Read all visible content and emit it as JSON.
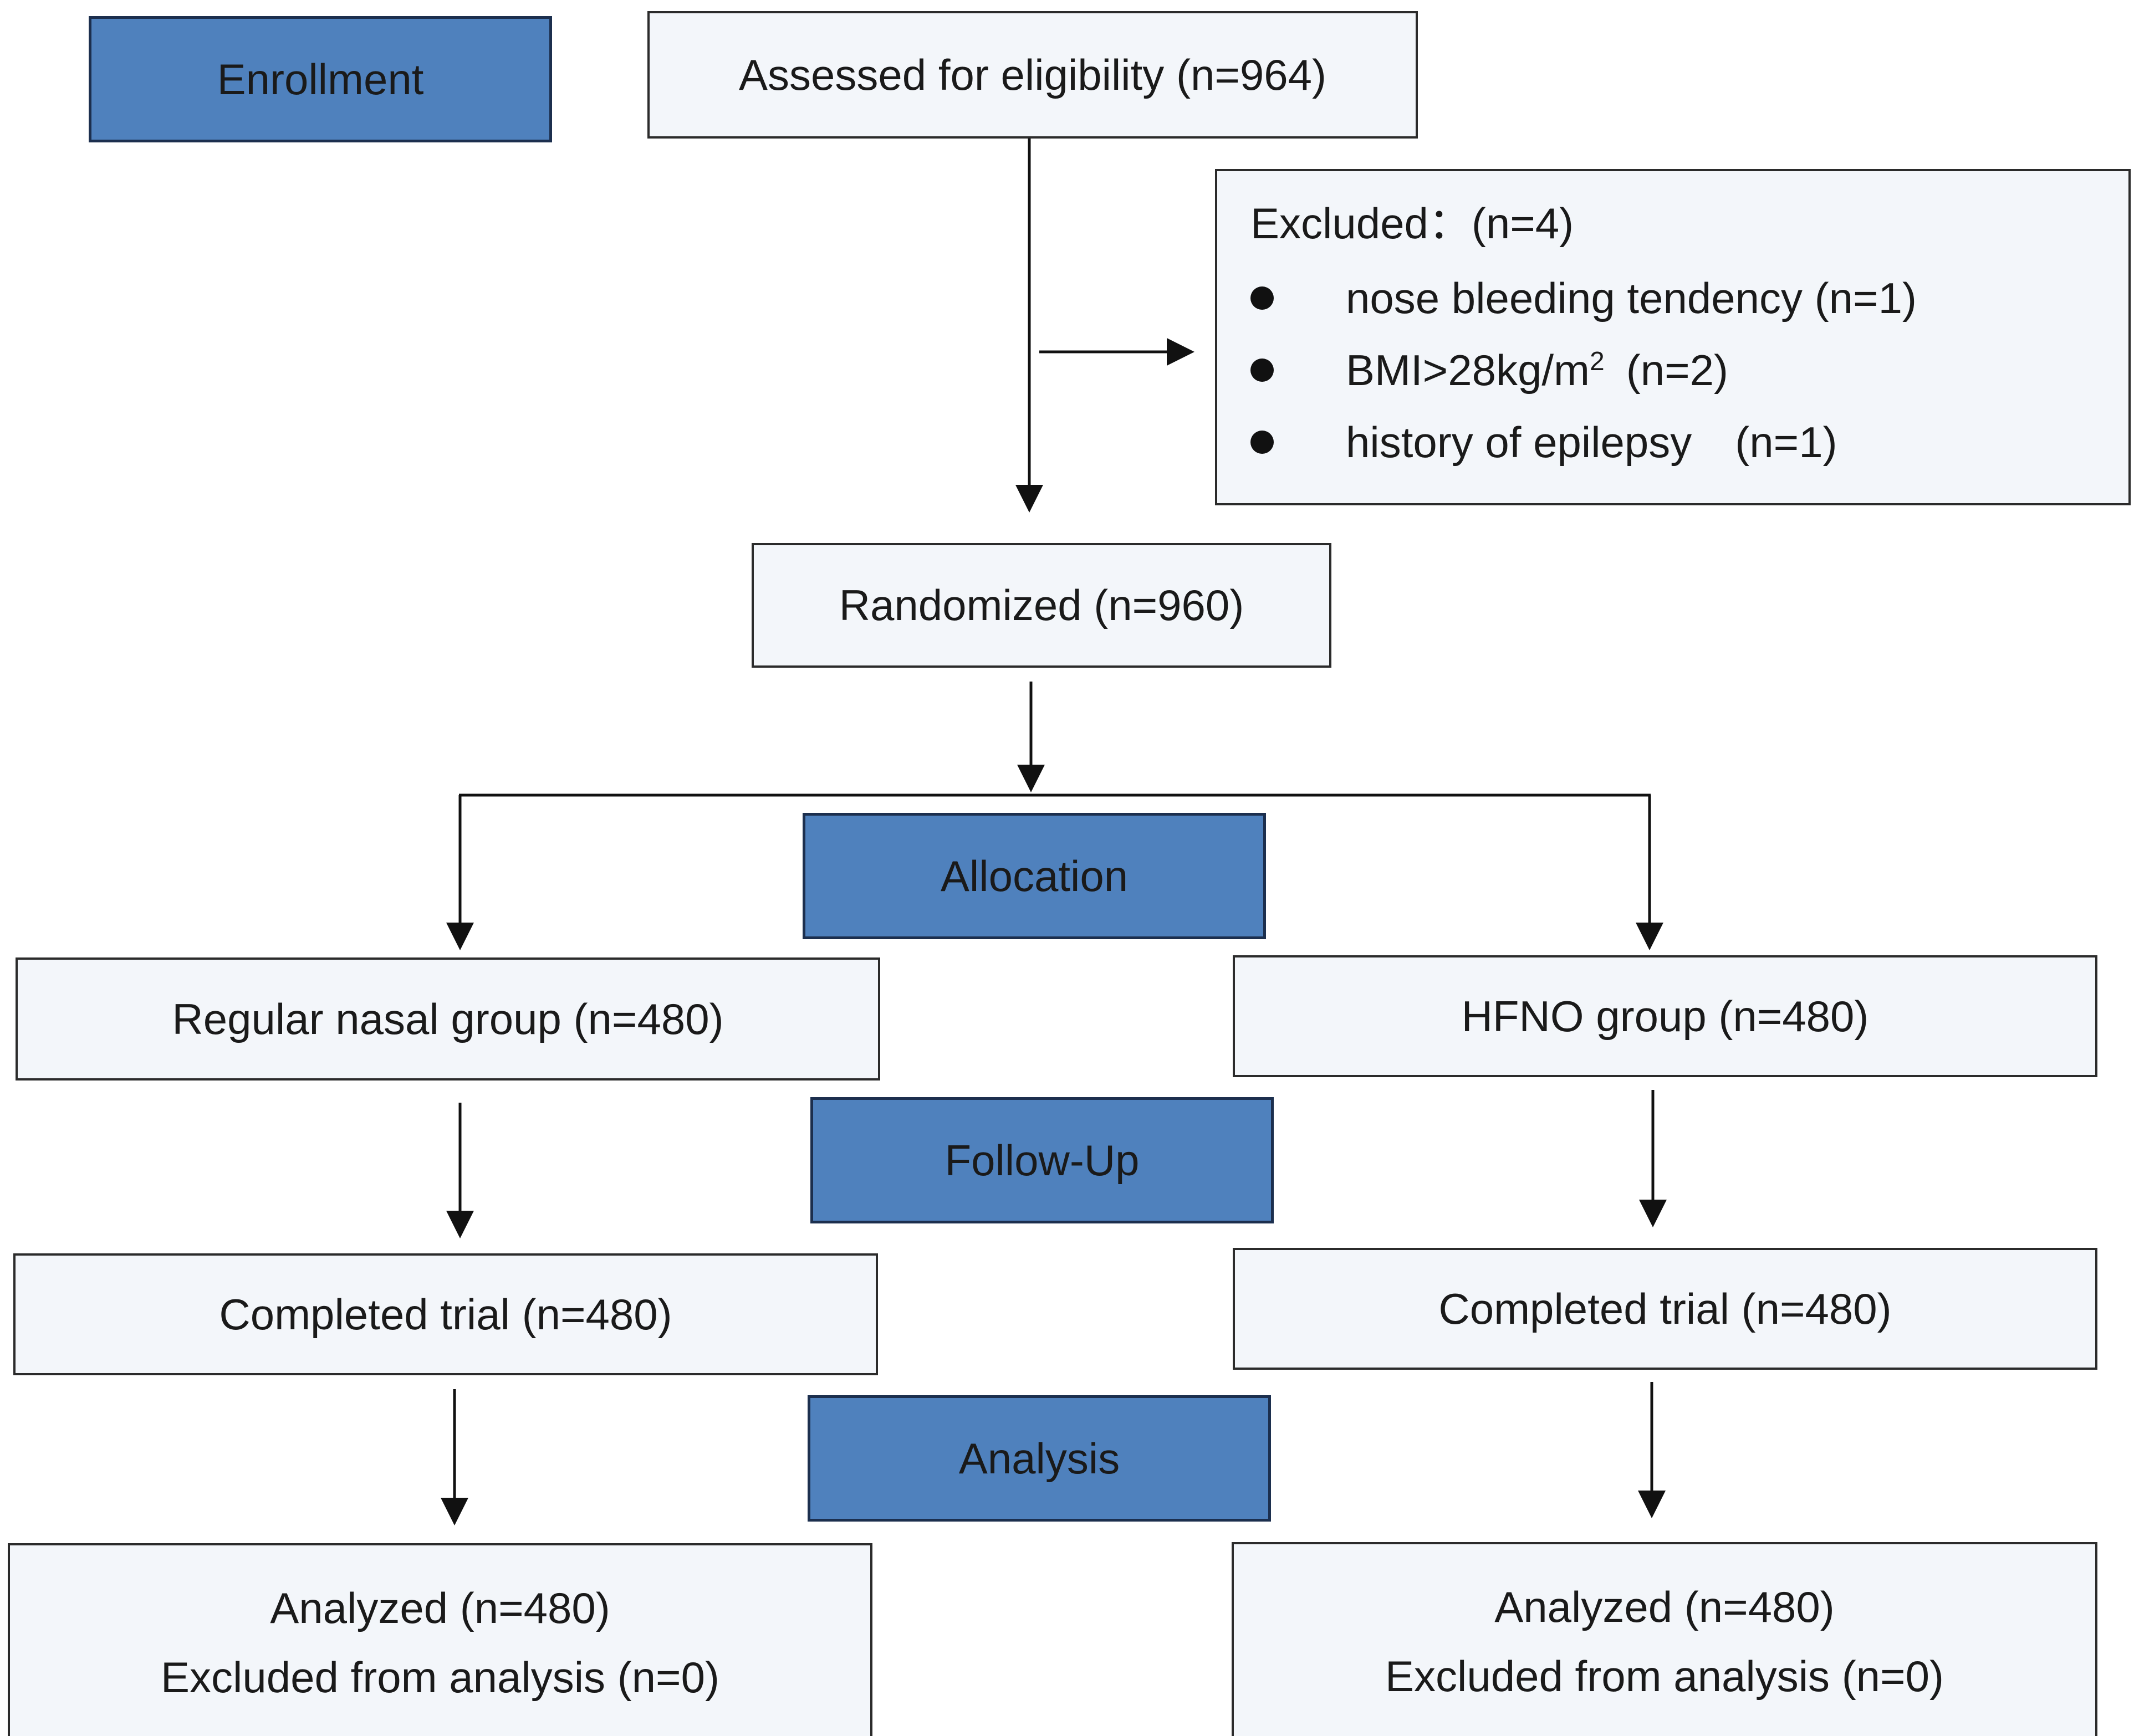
{
  "stages": {
    "enrollment": "Enrollment",
    "allocation": "Allocation",
    "follow_up": "Follow-Up",
    "analysis": "Analysis"
  },
  "assessed": "Assessed for eligibility (n=964)",
  "excluded": {
    "title": "Excluded：(n=4)",
    "items": [
      {
        "label": "nose bleeding tendency (n=1)"
      },
      {
        "label": "BMI>28kg/m",
        "sup": "2",
        "suffix": " (n=2)"
      },
      {
        "label": "history of epilepsy (n=1)"
      }
    ]
  },
  "randomized": "Randomized (n=960)",
  "arms": {
    "left": {
      "group": "Regular nasal group (n=480)",
      "completed": "Completed trial (n=480)",
      "analyzed": "Analyzed (n=480)",
      "excluded_analysis": "Excluded from analysis (n=0)"
    },
    "right": {
      "group": "HFNO group (n=480)",
      "completed": "Completed trial (n=480)",
      "analyzed": "Analyzed (n=480)",
      "excluded_analysis": "Excluded from analysis (n=0)"
    }
  },
  "colors": {
    "stage_fill": "#4f81bd",
    "box_fill": "#f3f6fa",
    "line": "#111111"
  }
}
